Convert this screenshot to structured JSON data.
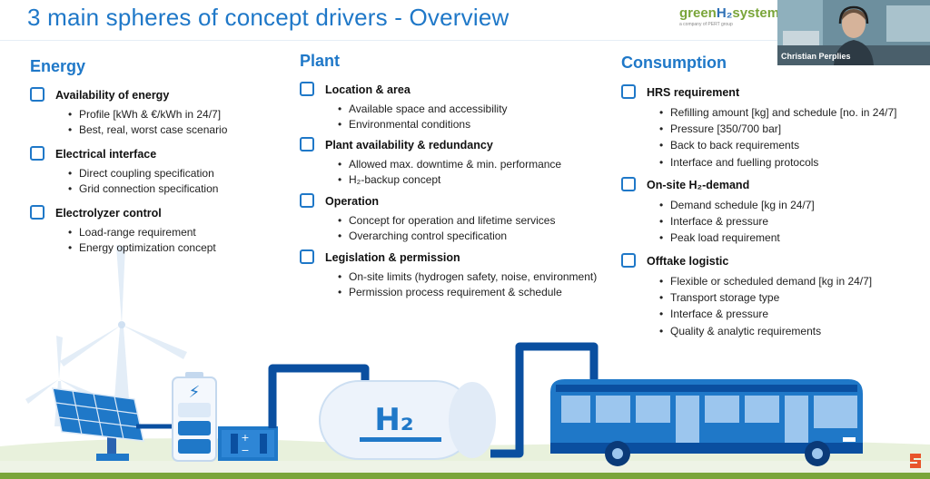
{
  "slide": {
    "title": "3 main spheres of concept drivers - Overview"
  },
  "logo": {
    "text_green": "green",
    "text_h2": "H₂",
    "text_system": "system",
    "subline": "a company of PERT group"
  },
  "webcam": {
    "participant_name": "Christian Perplies"
  },
  "energy": {
    "heading": "Energy",
    "items": [
      {
        "title": "Availability of energy",
        "bullets": [
          "Profile [kWh & €/kWh in 24/7]",
          "Best, real, worst case scenario"
        ]
      },
      {
        "title": "Electrical interface",
        "bullets": [
          "Direct coupling specification",
          "Grid connection specification"
        ]
      },
      {
        "title": "Electrolyzer control",
        "bullets": [
          "Load-range requirement",
          "Energy optimization concept"
        ]
      }
    ]
  },
  "plant": {
    "heading": "Plant",
    "items": [
      {
        "title": "Location & area",
        "bullets": [
          "Available space and accessibility",
          "Environmental conditions"
        ]
      },
      {
        "title": "Plant availability & redundancy",
        "bullets": [
          "Allowed max. downtime & min. performance",
          "H₂-backup concept"
        ]
      },
      {
        "title": "Operation",
        "bullets": [
          "Concept for operation and lifetime services",
          "Overarching control specification"
        ]
      },
      {
        "title": "Legislation & permission",
        "bullets": [
          "On-site limits (hydrogen safety, noise, environment)",
          "Permission process requirement & schedule"
        ]
      }
    ]
  },
  "consumption": {
    "heading": "Consumption",
    "items": [
      {
        "title": "HRS requirement",
        "bullets": [
          "Refilling amount [kg] and schedule [no. in 24/7]",
          "Pressure [350/700 bar]",
          "Back to back requirements",
          "Interface and fuelling protocols"
        ]
      },
      {
        "title": "On-site H₂-demand",
        "bullets": [
          "Demand schedule [kg in 24/7]",
          "Interface & pressure",
          "Peak load requirement"
        ]
      },
      {
        "title": "Offtake logistic",
        "bullets": [
          "Flexible or scheduled demand [kg in 24/7]",
          "Transport storage type",
          "Interface & pressure",
          "Quality & analytic requirements"
        ]
      }
    ]
  },
  "illustration": {
    "tank_label": "H₂",
    "battery_symbol": "⚡",
    "plus_symbol": "+",
    "minus_symbol": "−",
    "colors": {
      "primary_blue": "#1f78c8",
      "dark_blue": "#0a4fa0",
      "light_blue": "#dce9f7",
      "green": "#7aa53a"
    }
  }
}
